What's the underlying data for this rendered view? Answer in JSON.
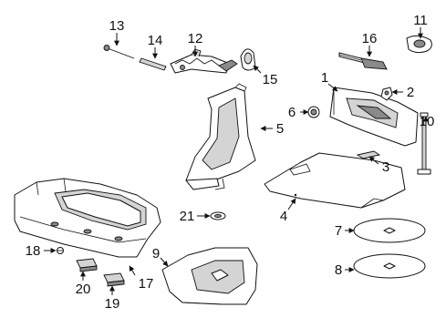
{
  "callouts": [
    {
      "id": "1",
      "label": "1"
    },
    {
      "id": "2",
      "label": "2"
    },
    {
      "id": "3",
      "label": "3"
    },
    {
      "id": "4",
      "label": "4"
    },
    {
      "id": "5",
      "label": "5"
    },
    {
      "id": "6",
      "label": "6"
    },
    {
      "id": "7",
      "label": "7"
    },
    {
      "id": "8",
      "label": "8"
    },
    {
      "id": "9",
      "label": "9"
    },
    {
      "id": "10",
      "label": "10"
    },
    {
      "id": "11",
      "label": "11"
    },
    {
      "id": "12",
      "label": "12"
    },
    {
      "id": "13",
      "label": "13"
    },
    {
      "id": "14",
      "label": "14"
    },
    {
      "id": "15",
      "label": "15"
    },
    {
      "id": "16",
      "label": "16"
    },
    {
      "id": "17",
      "label": "17"
    },
    {
      "id": "18",
      "label": "18"
    },
    {
      "id": "19",
      "label": "19"
    },
    {
      "id": "20",
      "label": "20"
    },
    {
      "id": "21",
      "label": "21"
    }
  ]
}
